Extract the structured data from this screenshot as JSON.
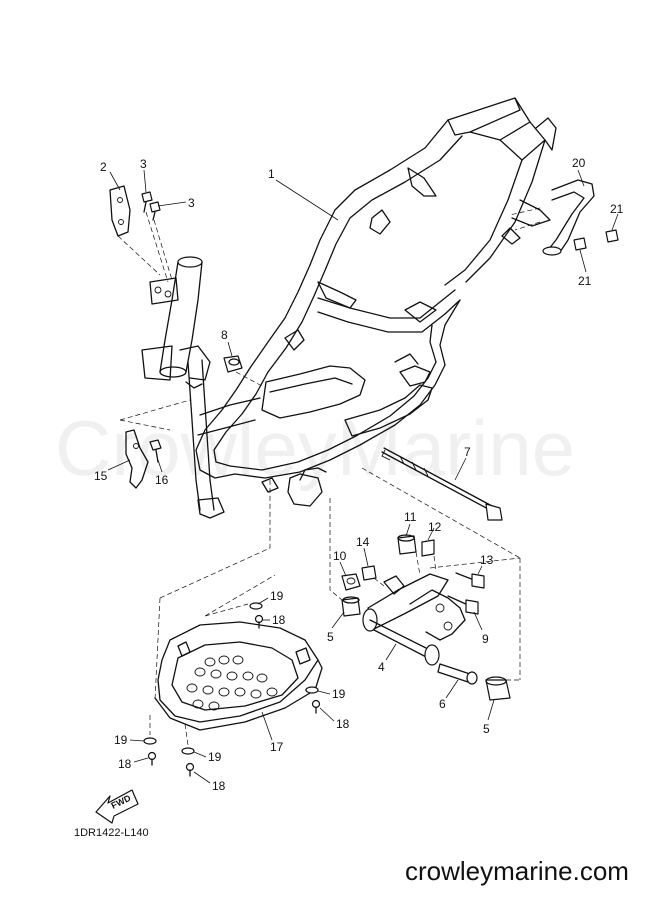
{
  "watermark": "CrowleyMarine",
  "footer": {
    "code": "1DR1422-L140",
    "website": "crowleymarine.com"
  },
  "arrow": {
    "label": "FWD"
  },
  "callouts": {
    "c1": "1",
    "c2": "2",
    "c3a": "3",
    "c3b": "3",
    "c4": "4",
    "c5a": "5",
    "c5b": "5",
    "c6": "6",
    "c7": "7",
    "c8": "8",
    "c9": "9",
    "c10": "10",
    "c11": "11",
    "c12": "12",
    "c13": "13",
    "c14": "14",
    "c15": "15",
    "c16": "16",
    "c17": "17",
    "c18a": "18",
    "c18b": "18",
    "c18c": "18",
    "c18d": "18",
    "c19a": "19",
    "c19b": "19",
    "c19c": "19",
    "c19d": "19",
    "c20": "20",
    "c21a": "21",
    "c21b": "21"
  }
}
